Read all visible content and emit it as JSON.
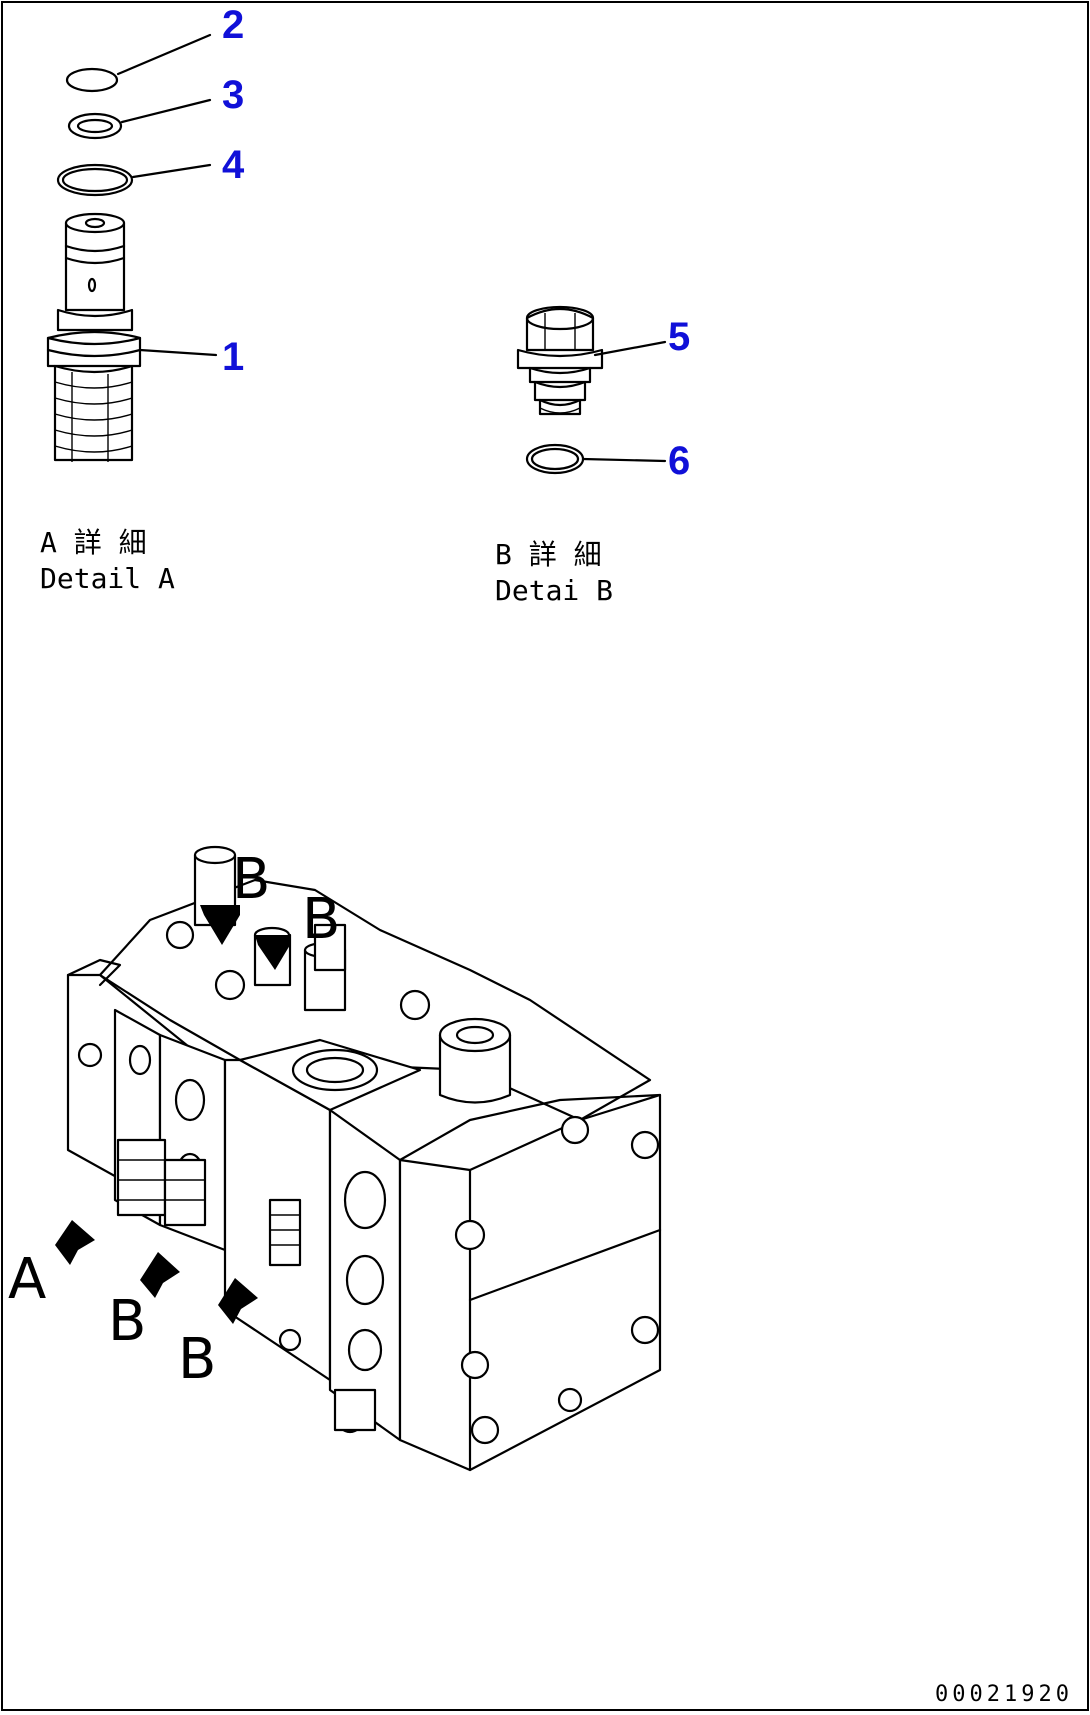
{
  "callouts": [
    "1",
    "2",
    "3",
    "4",
    "5",
    "6"
  ],
  "detail_a": {
    "line1": "A 詳 細",
    "line2": "Detail A"
  },
  "detail_b": {
    "line1": "B 詳 細",
    "line2": "Detai B"
  },
  "view_labels": {
    "b_top1": "B",
    "b_top2": "B",
    "a_left": "A",
    "b_low1": "B",
    "b_low2": "B"
  },
  "drawing_code": "00021920",
  "colors": {
    "callout": "#1010d8",
    "line": "#000000",
    "background": "#ffffff"
  }
}
